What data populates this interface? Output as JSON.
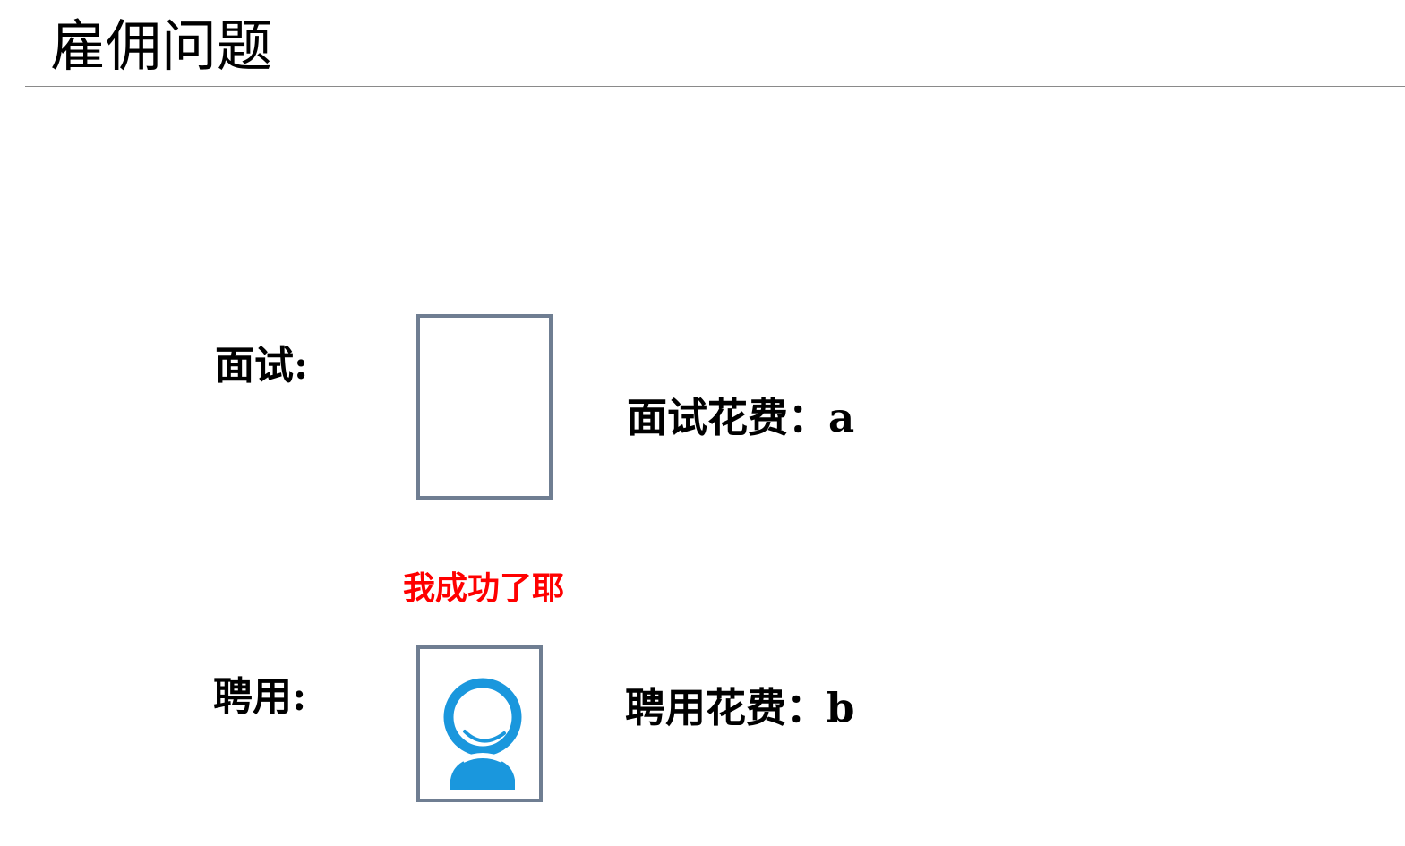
{
  "title": "雇佣问题",
  "interview": {
    "label": "面试:",
    "cost": "面试花费：a"
  },
  "success_note": "我成功了耶",
  "hire": {
    "label": "聘用:",
    "cost": "聘用花费：b"
  },
  "icons": {
    "empty_slot": "empty-candidate-frame",
    "hired": "person-icon"
  },
  "colors": {
    "frame_border": "#6f7e92",
    "icon_blue": "#1a97dd",
    "success_text": "#ff0000",
    "rule": "#8a8a8a"
  }
}
